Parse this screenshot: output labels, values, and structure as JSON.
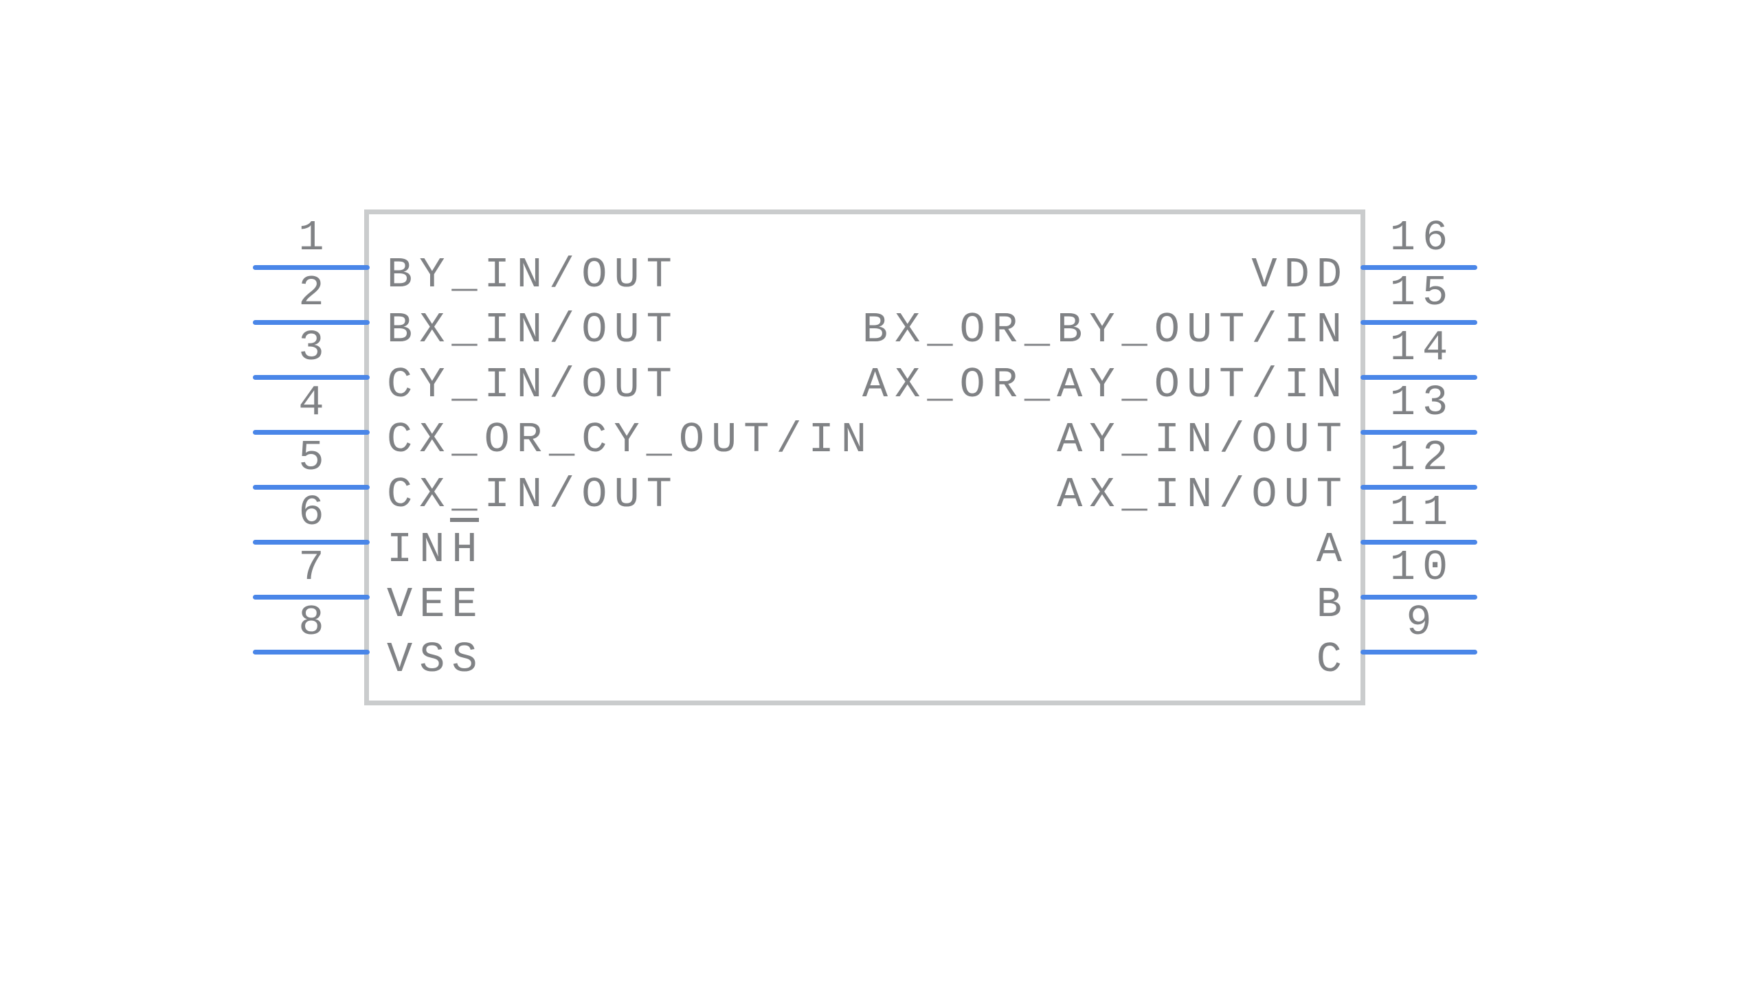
{
  "symbol": {
    "colors": {
      "pin_line": "#4a86e8",
      "body_border": "#cacccd",
      "text": "#808285",
      "background": "#ffffff"
    },
    "left_pins": [
      {
        "number": "1",
        "label": "BY_IN/OUT"
      },
      {
        "number": "2",
        "label": "BX_IN/OUT"
      },
      {
        "number": "3",
        "label": "CY_IN/OUT"
      },
      {
        "number": "4",
        "label": "CX_OR_CY_OUT/IN"
      },
      {
        "number": "5",
        "label": "CX_IN/OUT"
      },
      {
        "number": "6",
        "label": "INH",
        "overline": "H"
      },
      {
        "number": "7",
        "label": "VEE"
      },
      {
        "number": "8",
        "label": "VSS"
      }
    ],
    "right_pins": [
      {
        "number": "16",
        "label": "VDD"
      },
      {
        "number": "15",
        "label": "BX_OR_BY_OUT/IN"
      },
      {
        "number": "14",
        "label": "AX_OR_AY_OUT/IN"
      },
      {
        "number": "13",
        "label": "AY_IN/OUT"
      },
      {
        "number": "12",
        "label": "AX_IN/OUT"
      },
      {
        "number": "11",
        "label": "A"
      },
      {
        "number": "10",
        "label": "B"
      },
      {
        "number": "9",
        "label": "C"
      }
    ]
  }
}
